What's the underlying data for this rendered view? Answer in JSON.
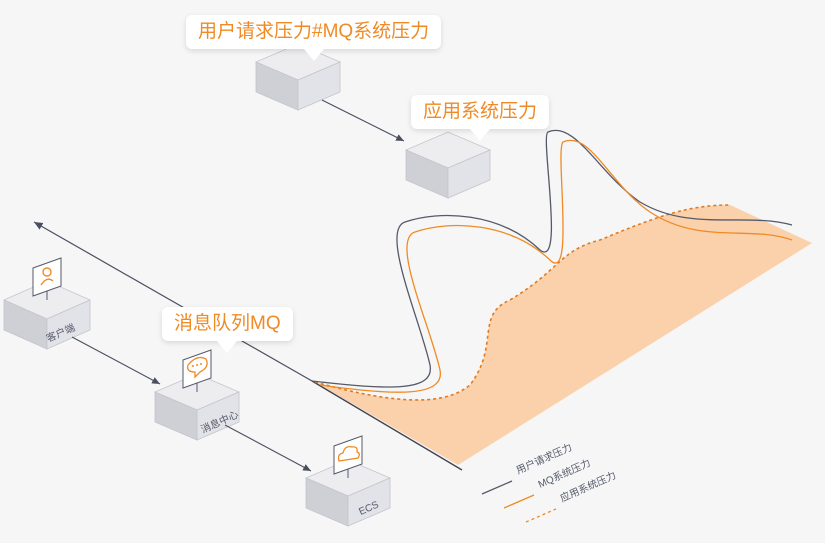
{
  "callouts": {
    "user_mq_pressure": "用户请求压力#MQ系统压力",
    "app_pressure": "应用系统压力",
    "message_queue": "消息队列MQ"
  },
  "nodes": {
    "client": "客户端",
    "message_center": "消息中心",
    "ecs": "ECS"
  },
  "legend": [
    {
      "label": "用户请求压力",
      "color": "#555a6a",
      "style": "solid"
    },
    {
      "label": "MQ系统压力",
      "color": "#f08a24",
      "style": "solid"
    },
    {
      "label": "应用系统压力",
      "color": "#f08a24",
      "style": "dashed"
    }
  ],
  "colors": {
    "accent": "#f08a24",
    "fill": "#fbcfa6",
    "line": "#555a6a"
  }
}
